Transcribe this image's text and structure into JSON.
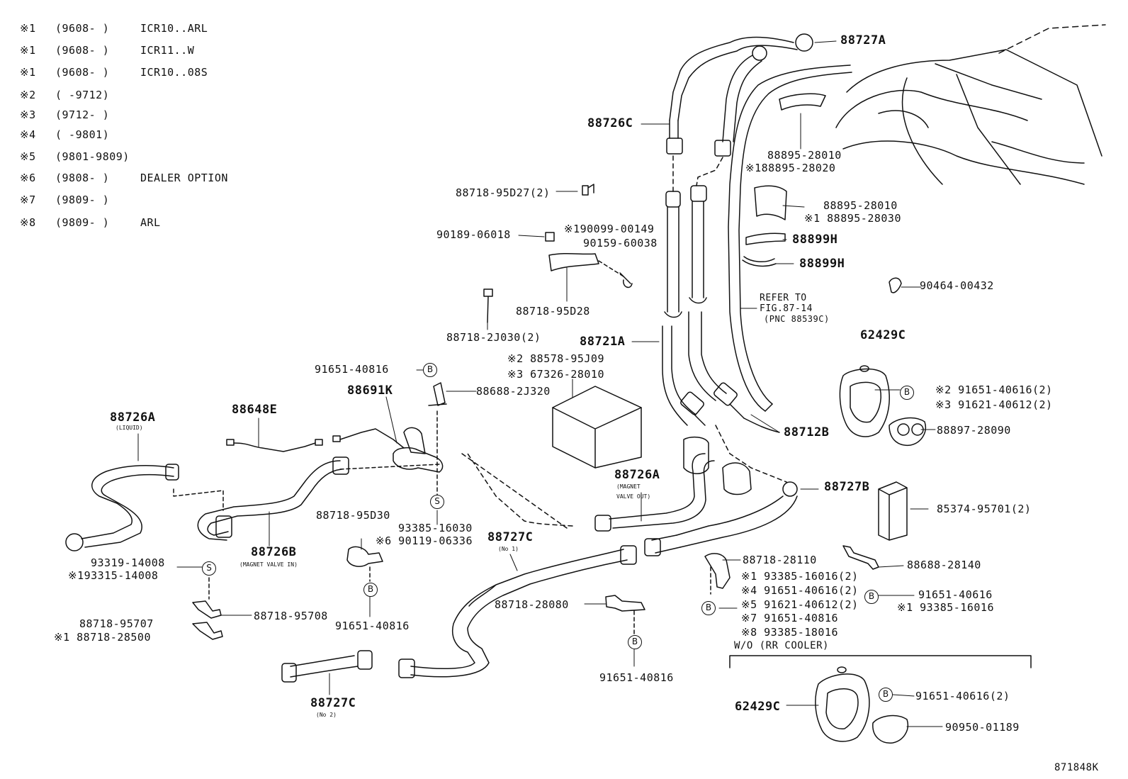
{
  "legend": [
    {
      "mark": "※1",
      "date": "(9608-      )",
      "desc": "ICR10..ARL"
    },
    {
      "mark": "※1",
      "date": "(9608-      )",
      "desc": "ICR11..W"
    },
    {
      "mark": "※1",
      "date": "(9608-      )",
      "desc": "ICR10..08S"
    },
    {
      "mark": "※2",
      "date": "(     -9712)",
      "desc": ""
    },
    {
      "mark": "※3",
      "date": "(9712-      )",
      "desc": ""
    },
    {
      "mark": "※4",
      "date": "(     -9801)",
      "desc": ""
    },
    {
      "mark": "※5",
      "date": "(9801-9809)",
      "desc": ""
    },
    {
      "mark": "※6",
      "date": "(9808-      )",
      "desc": "DEALER OPTION"
    },
    {
      "mark": "※7",
      "date": "(9809-      )",
      "desc": ""
    },
    {
      "mark": "※8",
      "date": "(9809-      )",
      "desc": "ARL"
    }
  ],
  "labels": {
    "p88727A_top": "88727A",
    "p88726C": "88726C",
    "p88895_28010_a": "88895-28010",
    "p88895_28020": "※188895-28020",
    "p88895_28010_b": "88895-28010",
    "p88895_28030": "※1 88895-28030",
    "p88718_95D27": "88718-95D27(2)",
    "p90099_00149": "※190099-00149",
    "p90189_06018": "90189-06018",
    "p90159_60038": "90159-60038",
    "p88899H_a": "88899H",
    "p88899H_b": "88899H",
    "p90464_00432": "90464-00432",
    "p88718_95D28": "88718-95D28",
    "refer1": "REFER TO",
    "refer2": "FIG.87-14",
    "refer3": "(PNC 88539C)",
    "p88718_2J030": "88718-2J030(2)",
    "p88721A": "88721A",
    "p62429C_top": "62429C",
    "p88578_95J09": "※2 88578-95J09",
    "p67326_28010": "※3 67326-28010",
    "p91651_40816_top": "91651-40816",
    "p88691K": "88691K",
    "p88688_2J320": "88688-2J320",
    "p91651_40616_2": "※2 91651-40616(2)",
    "p91621_40612_2": "※3 91621-40612(2)",
    "p88897_28090": "88897-28090",
    "p88726A_left": "88726A",
    "p88726A_left_sub": "(LIQUID)",
    "p88648E": "88648E",
    "p88712B": "88712B",
    "p88726A_mid": "88726A",
    "p88726A_mid_sub1": "(MAGNET",
    "p88726A_mid_sub2": "VALVE OUT)",
    "p88727B": "88727B",
    "p85374_95701": "85374-95701(2)",
    "p88718_95D30": "88718-95D30",
    "p93385_16030": "93385-16030",
    "p90119_06336": "※6 90119-06336",
    "p88727C_mid": "88727C",
    "p88727C_mid_sub": "(No 1)",
    "p88726B": "88726B",
    "p88726B_sub": "(MAGNET VALVE IN)",
    "p93319_14008": "93319-14008",
    "p93315_14008": "※193315-14008",
    "p88718_28110": "88718-28110",
    "p93385_16016_2": "※1 93385-16016(2)",
    "p91651_40616_4": "※4 91651-40616(2)",
    "p91621_40612_5": "※5 91621-40612(2)",
    "p91651_40816_7": "※7 91651-40816",
    "p93385_18016": "※8 93385-18016",
    "p88688_28140": "88688-28140",
    "p91651_40616_r": "91651-40616",
    "p93385_16016_r": "※1 93385-16016",
    "p88718_95708": "88718-95708",
    "p88718_95707": "88718-95707",
    "p88718_28500": "※1 88718-28500",
    "p91651_40816_mid": "91651-40816",
    "p88718_28080": "88718-28080",
    "p91651_40816_bot": "91651-40816",
    "wo_rr": "W/O (RR COOLER)",
    "p62429C_bot": "62429C",
    "p91651_40616_bot": "91651-40616(2)",
    "p90950_01189": "90950-01189",
    "p88727C_bot": "88727C",
    "p88727C_bot_sub": "(No 2)",
    "ref": "871848K"
  },
  "markers": {
    "B": "B",
    "S": "S"
  }
}
